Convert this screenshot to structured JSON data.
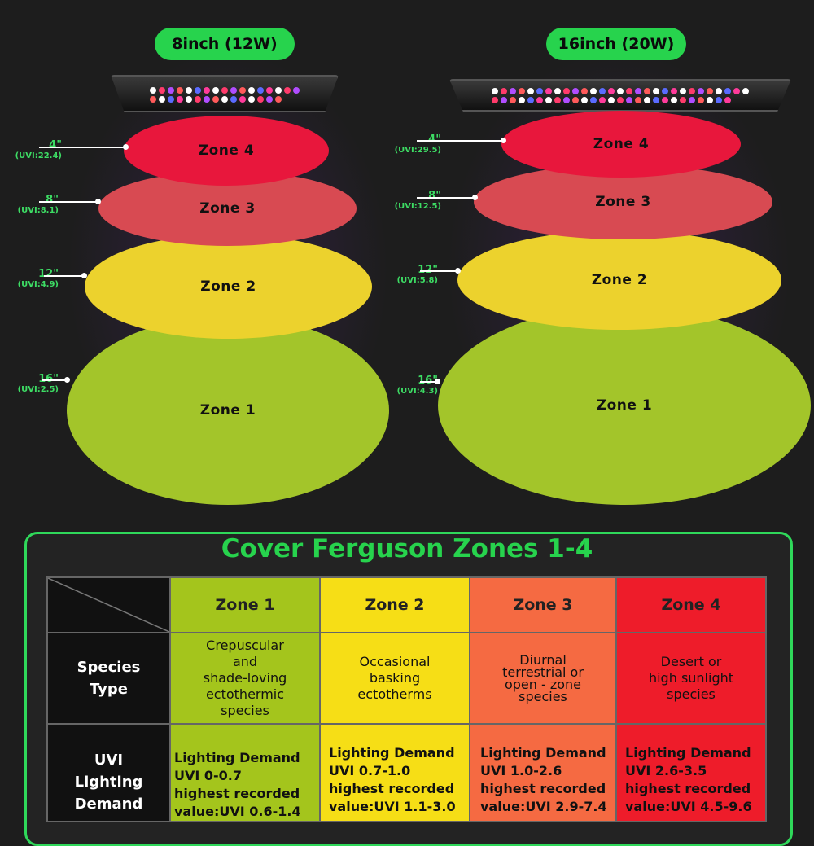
{
  "colors": {
    "zone4": "#e8173c",
    "zone3": "#d84a52",
    "zone2": "#ecd22d",
    "zone1": "#a3c52a",
    "accent_green": "#27d34d",
    "table_zone1": "#a4c51c",
    "table_zone2": "#f6de16",
    "table_zone3": "#f56a42",
    "table_zone4": "#ee1c2a"
  },
  "fixtures": {
    "left": {
      "label": "8inch (12W)",
      "zones": [
        "Zone 4",
        "Zone 3",
        "Zone 2",
        "Zone 1"
      ],
      "distances": [
        {
          "distance": "4\"",
          "uvi": "(UVI:22.4)"
        },
        {
          "distance": "8\"",
          "uvi": "(UVI:8.1)"
        },
        {
          "distance": "12\"",
          "uvi": "(UVI:4.9)"
        },
        {
          "distance": "16\"",
          "uvi": "(UVI:2.5)"
        }
      ]
    },
    "right": {
      "label": "16inch (20W)",
      "zones": [
        "Zone 4",
        "Zone 3",
        "Zone 2",
        "Zone 1"
      ],
      "distances": [
        {
          "distance": "4\"",
          "uvi": "(UVI:29.5)"
        },
        {
          "distance": "8\"",
          "uvi": "(UVI:12.5)"
        },
        {
          "distance": "12\"",
          "uvi": "(UVI:5.8)"
        },
        {
          "distance": "16\"",
          "uvi": "(UVI:4.3)"
        }
      ]
    }
  },
  "panel": {
    "title": "Cover Ferguson Zones 1-4",
    "columns": [
      "Zone 1",
      "Zone 2",
      "Zone 3",
      "Zone 4"
    ],
    "rows": [
      {
        "label_lines": [
          "Species",
          "Type"
        ],
        "cells": [
          [
            "Crepuscular",
            "and",
            "shade-loving",
            "ectothermic",
            "species"
          ],
          [
            "Occasional",
            "basking",
            "ectotherms"
          ],
          [
            "Diurnal",
            "terrestrial or",
            "open - zone",
            "species"
          ],
          [
            "Desert or",
            "high sunlight",
            "species"
          ]
        ]
      },
      {
        "label_lines": [
          "UVI",
          "Lighting",
          "Demand"
        ],
        "cells": [
          [
            "Lighting Demand",
            "UVI 0-0.7",
            "highest recorded",
            "value:UVI 0.6-1.4"
          ],
          [
            "Lighting Demand",
            "UVI 0.7-1.0",
            "highest recorded",
            "value:UVI 1.1-3.0"
          ],
          [
            "Lighting Demand",
            "UVI 1.0-2.6",
            "highest recorded",
            "value:UVI 2.9-7.4"
          ],
          [
            "Lighting Demand",
            "UVI 2.6-3.5",
            "highest recorded",
            "value:UVI 4.5-9.6"
          ]
        ]
      }
    ]
  }
}
